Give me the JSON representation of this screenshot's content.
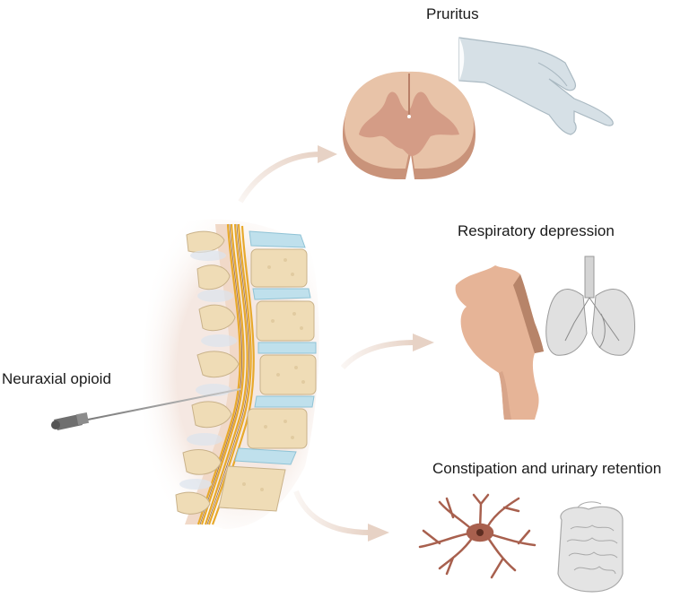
{
  "labels": {
    "pruritus": "Pruritus",
    "respiratory": "Respiratory depression",
    "constipation": "Constipation and urinary retention",
    "neuraxial": "Neuraxial opioid"
  },
  "colors": {
    "arrow": "#e7d2c5",
    "spinal_cord": "#e8c3a8",
    "grey_matter": "#d49c86",
    "vertebra": "#efdcb6",
    "disc": "#bfe0ec",
    "nerve": "#e8a92c",
    "skin_hand": "#d6e0e6",
    "brainstem": "#e6b497",
    "lung": "#c8c8c8",
    "neuron": "#a8604e"
  }
}
